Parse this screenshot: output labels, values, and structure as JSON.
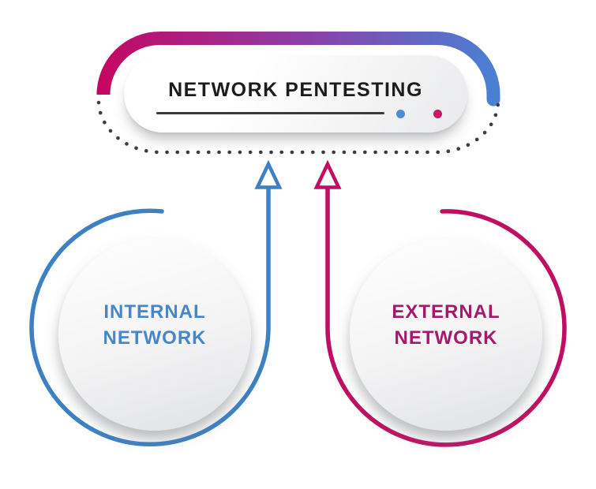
{
  "banner": {
    "title": "NETWORK PENTESTING"
  },
  "nodes": [
    {
      "id": "internal-network",
      "line1": "INTERNAL",
      "line2": "NETWORK",
      "color": "#4587c9"
    },
    {
      "id": "external-network",
      "line1": "EXTERNAL",
      "line2": "NETWORK",
      "color": "#a5196d"
    }
  ],
  "icons": [
    {
      "name": "blue-dot-icon",
      "color": "#4a8fd4"
    },
    {
      "name": "pink-dot-icon",
      "color": "#ca1667"
    },
    {
      "name": "internal-arrow-up-icon",
      "color": "#3d80c4"
    },
    {
      "name": "external-arrow-up-icon",
      "color": "#c00f62"
    }
  ],
  "colors": {
    "blue_line": "#3d80c4",
    "magenta_line": "#c00f62",
    "gradient_start": "#c40862",
    "gradient_mid": "#8b3fa8",
    "gradient_end": "#4a80d3",
    "dotted_border": "#3d3d3d",
    "title_text": "#1c1c1c"
  }
}
